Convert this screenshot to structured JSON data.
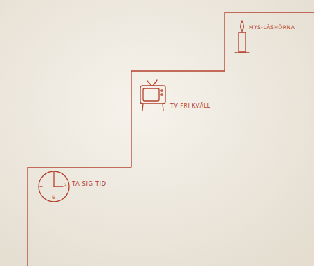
{
  "diagram": {
    "labels": [
      "TA SIG TID",
      "3",
      "6",
      "TV-FRI KVÄLL",
      "MYS-LÄSHÖRNA"
    ]
  }
}
